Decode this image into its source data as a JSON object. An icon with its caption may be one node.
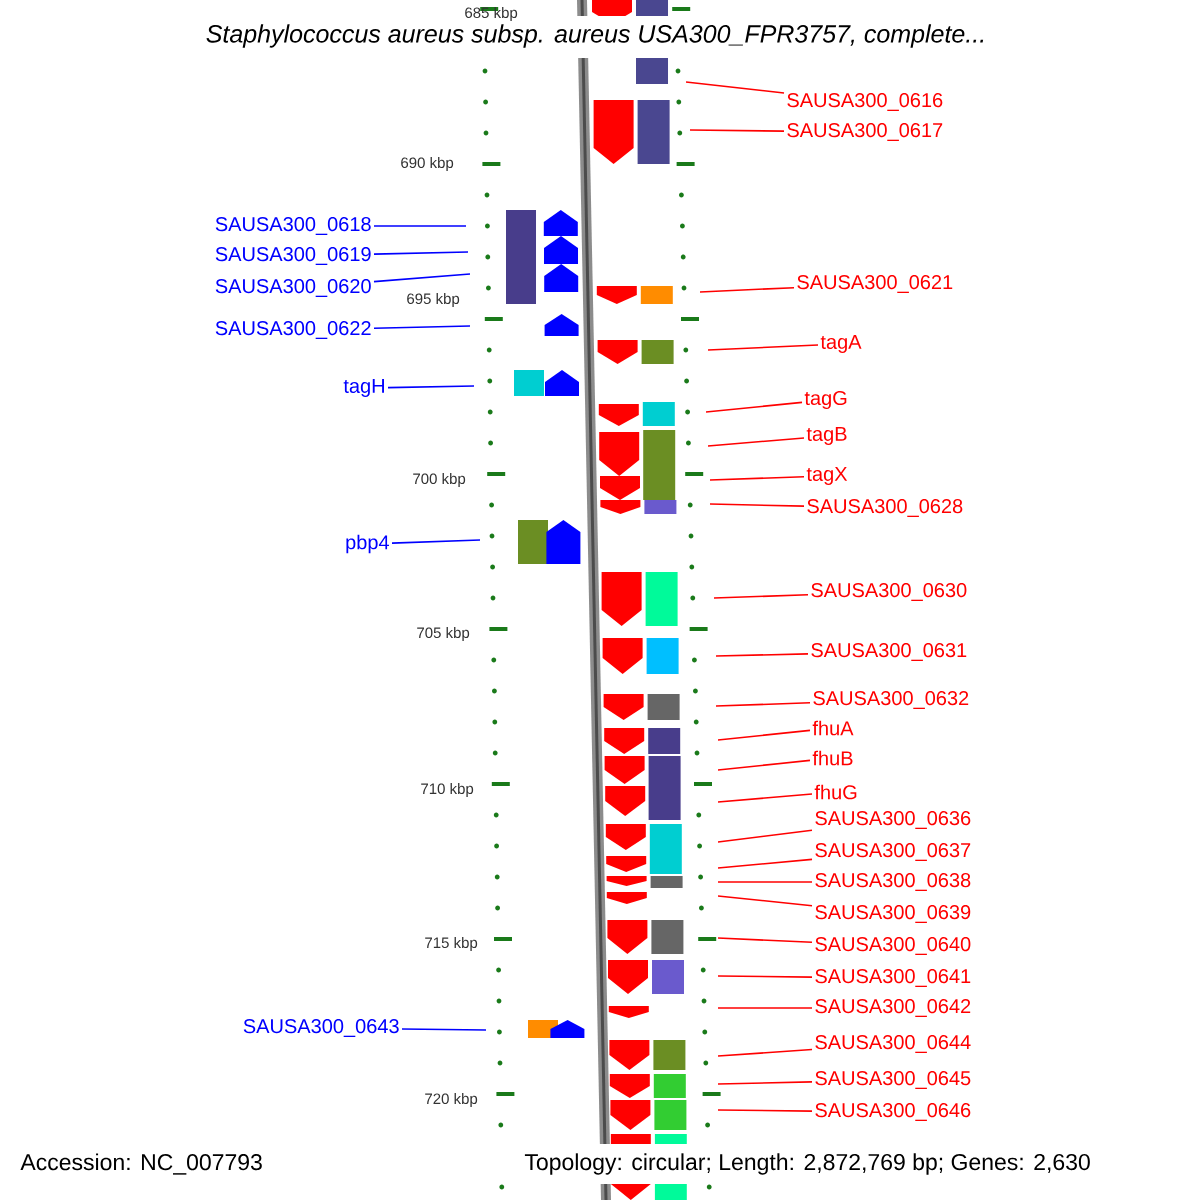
{
  "diagram": {
    "title": "Staphylococcus aureus subsp. aureus USA300_FPR3757, complete...",
    "nodes": [
      {
        "text": [
          "SAUSA300_0616"
        ]
      },
      {
        "text": [
          "SAUSA300_0617"
        ]
      },
      {
        "text": [
          "SAUSA300_0618"
        ]
      },
      {
        "text": [
          "SAUSA300_0619"
        ]
      },
      {
        "text": [
          "SAUSA300_0621"
        ]
      },
      {
        "text": [
          "SAUSA300_0620"
        ]
      },
      {
        "text": [
          "SAUSA300_0622"
        ]
      },
      {
        "text": [
          "tagA"
        ]
      },
      {
        "text": [
          "tagH"
        ]
      },
      {
        "text": [
          "tagG"
        ]
      },
      {
        "text": [
          "tagB"
        ]
      },
      {
        "text": [
          "tagX"
        ]
      },
      {
        "text": [
          "SAUSA300_0628"
        ]
      },
      {
        "text": [
          "pbp4"
        ]
      },
      {
        "text": [
          "SAUSA300_0630"
        ]
      },
      {
        "text": [
          "SAUSA300_0631"
        ]
      },
      {
        "text": [
          "SAUSA300_0632"
        ]
      },
      {
        "text": [
          "fhuA"
        ]
      },
      {
        "text": [
          "fhuB"
        ]
      },
      {
        "text": [
          "fhuG"
        ]
      },
      {
        "text": [
          "SAUSA300_0636"
        ]
      },
      {
        "text": [
          "SAUSA300_0637"
        ]
      },
      {
        "text": [
          "SAUSA300_0638"
        ]
      },
      {
        "text": [
          "SAUSA300_0639"
        ]
      },
      {
        "text": [
          "SAUSA300_0640"
        ]
      },
      {
        "text": [
          "SAUSA300_0641"
        ]
      },
      {
        "text": [
          "SAUSA300_0642"
        ]
      },
      {
        "text": [
          "SAUSA300_0643"
        ]
      },
      {
        "text": [
          "SAUSA300_0644"
        ]
      },
      {
        "text": [
          "SAUSA300_0645"
        ]
      },
      {
        "text": [
          "SAUSA300_0646"
        ]
      }
    ],
    "edges": [
      {
        "from": 0,
        "to": null,
        "arrow": "none"
      },
      {
        "from": 1,
        "to": null,
        "arrow": "none"
      },
      {
        "from": 2,
        "to": null,
        "arrow": "none",
        "color": "#0000ff"
      },
      {
        "from": 3,
        "to": null,
        "arrow": "none",
        "color": "#0000ff"
      },
      {
        "from": 4,
        "to": null,
        "arrow": "none"
      },
      {
        "from": 5,
        "to": null,
        "arrow": "none",
        "color": "#0000ff"
      },
      {
        "from": 6,
        "to": null,
        "arrow": "none",
        "color": "#0000ff"
      },
      {
        "from": 7,
        "to": null,
        "arrow": "none"
      },
      {
        "from": 8,
        "to": null,
        "arrow": "none",
        "color": "#0000ff"
      },
      {
        "from": 9,
        "to": null,
        "arrow": "none"
      },
      {
        "from": 10,
        "to": null,
        "arrow": "none"
      },
      {
        "from": 11,
        "to": null,
        "arrow": "none"
      },
      {
        "from": 12,
        "to": null,
        "arrow": "none"
      },
      {
        "from": 13,
        "to": null,
        "arrow": "none",
        "color": "#0000ff"
      },
      {
        "from": 14,
        "to": null,
        "arrow": "none"
      },
      {
        "from": 15,
        "to": null,
        "arrow": "none"
      },
      {
        "from": 16,
        "to": null,
        "arrow": "none"
      },
      {
        "from": 17,
        "to": null,
        "arrow": "none"
      },
      {
        "from": 18,
        "to": null,
        "arrow": "none"
      },
      {
        "from": 19,
        "to": null,
        "arrow": "none"
      },
      {
        "from": 20,
        "to": null,
        "arrow": "none"
      },
      {
        "from": 21,
        "to": null,
        "arrow": "none"
      },
      {
        "from": 22,
        "to": null,
        "arrow": "none"
      },
      {
        "from": 23,
        "to": null,
        "arrow": "none"
      },
      {
        "from": 24,
        "to": null,
        "arrow": "none"
      },
      {
        "from": 25,
        "to": null,
        "arrow": "none"
      },
      {
        "from": 26,
        "to": null,
        "arrow": "none"
      },
      {
        "from": 27,
        "to": null,
        "arrow": "none",
        "color": "#0000ff"
      },
      {
        "from": 28,
        "to": null,
        "arrow": "none"
      },
      {
        "from": 29,
        "to": null,
        "arrow": "none"
      },
      {
        "from": 30,
        "to": null,
        "arrow": "none"
      }
    ],
    "labels": [
      "685 kbp",
      "690 kbp",
      "695 kbp",
      "700 kbp",
      "705 kbp",
      "710 kbp",
      "715 kbp",
      "720 kbp",
      "Accession: NC_007793",
      "Topology: circular; Length: 2,872,769 bp; Genes: 2,630"
    ]
  }
}
